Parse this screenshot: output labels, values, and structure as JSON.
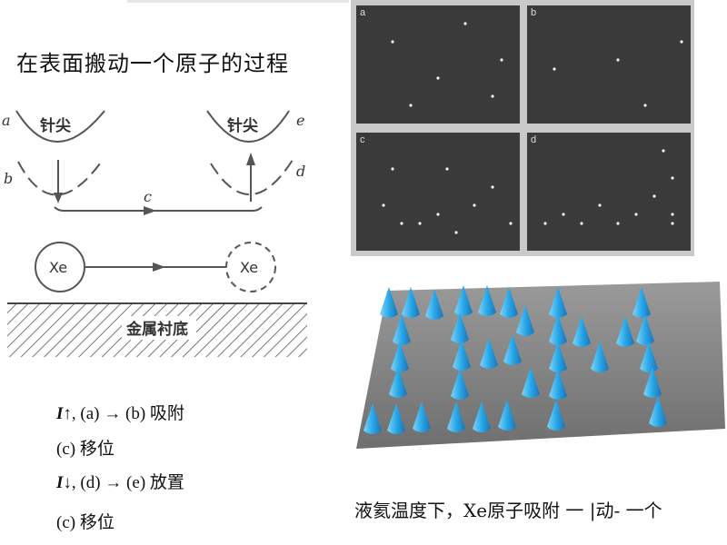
{
  "title": "在表面搬动一个原子的过程",
  "diagram": {
    "tip_left_label": "针尖",
    "tip_right_label": "针尖",
    "curve_a": "a",
    "curve_b": "b",
    "curve_c": "c",
    "curve_d": "d",
    "curve_e": "e",
    "atom_left": "Xe",
    "atom_right": "Xe",
    "substrate_label": "金属衬底"
  },
  "steps": [
    {
      "symbol": "I",
      "arrow": "↑",
      "text": ", (a) → (b) 吸附"
    },
    {
      "text": "(c) 移位"
    },
    {
      "symbol": "I",
      "arrow": "↓",
      "text": ", (d) → (e) 放置"
    },
    {
      "text": "(c) 移位"
    }
  ],
  "stm_panels": [
    {
      "label": "a"
    },
    {
      "label": "b"
    },
    {
      "label": "c"
    },
    {
      "label": "d"
    }
  ],
  "caption": "液氦温度下，Xe原子吸附    一 |动- 一个",
  "colors": {
    "spike": "#29a8e8",
    "surface": "#8a8a8a",
    "stm_bg": "#3a3a3a"
  }
}
